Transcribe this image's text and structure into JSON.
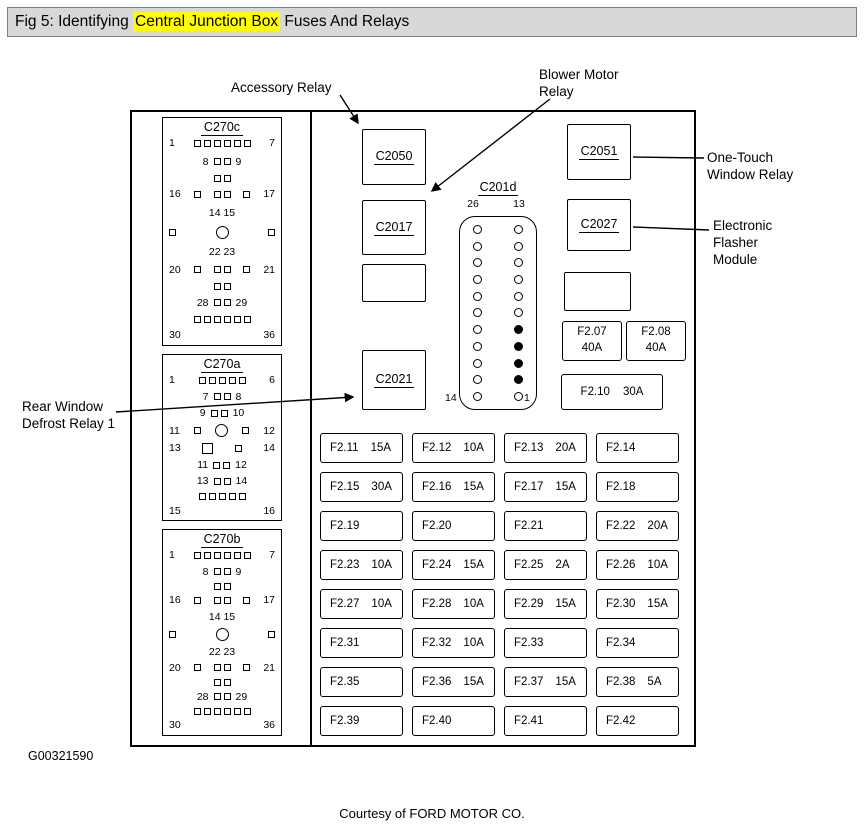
{
  "title": {
    "prefix": "Fig 5: Identifying ",
    "highlight": "Central Junction Box",
    "suffix": " Fuses And Relays",
    "highlight_color": "#ffff00"
  },
  "callouts": {
    "accessory": "Accessory Relay",
    "blower": [
      "Blower Motor",
      "Relay"
    ],
    "one_touch": [
      "One-Touch",
      "Window Relay"
    ],
    "flasher": [
      "Electronic",
      "Flasher",
      "Module"
    ],
    "rear_defrost": [
      "Rear Window",
      "Defrost Relay 1"
    ]
  },
  "relays": {
    "c2050": "C2050",
    "c2017": "C2017",
    "c2021": "C2021",
    "c2051": "C2051",
    "c2027": "C2027"
  },
  "maxi_fuses": [
    {
      "label": "F2.07",
      "amp": "40A"
    },
    {
      "label": "F2.08",
      "amp": "40A"
    }
  ],
  "fuse_f210": {
    "label": "F2.10",
    "amp": "30A"
  },
  "fuse_grid": {
    "rows": [
      [
        {
          "label": "F2.11",
          "amp": "15A"
        },
        {
          "label": "F2.12",
          "amp": "10A"
        },
        {
          "label": "F2.13",
          "amp": "20A"
        },
        {
          "label": "F2.14",
          "amp": ""
        }
      ],
      [
        {
          "label": "F2.15",
          "amp": "30A"
        },
        {
          "label": "F2.16",
          "amp": "15A"
        },
        {
          "label": "F2.17",
          "amp": "15A"
        },
        {
          "label": "F2.18",
          "amp": ""
        }
      ],
      [
        {
          "label": "F2.19",
          "amp": ""
        },
        {
          "label": "F2.20",
          "amp": ""
        },
        {
          "label": "F2.21",
          "amp": ""
        },
        {
          "label": "F2.22",
          "amp": "20A"
        }
      ],
      [
        {
          "label": "F2.23",
          "amp": "10A"
        },
        {
          "label": "F2.24",
          "amp": "15A"
        },
        {
          "label": "F2.25",
          "amp": "2A"
        },
        {
          "label": "F2.26",
          "amp": "10A"
        }
      ],
      [
        {
          "label": "F2.27",
          "amp": "10A"
        },
        {
          "label": "F2.28",
          "amp": "10A"
        },
        {
          "label": "F2.29",
          "amp": "15A"
        },
        {
          "label": "F2.30",
          "amp": "15A"
        }
      ],
      [
        {
          "label": "F2.31",
          "amp": ""
        },
        {
          "label": "F2.32",
          "amp": "10A"
        },
        {
          "label": "F2.33",
          "amp": ""
        },
        {
          "label": "F2.34",
          "amp": ""
        }
      ],
      [
        {
          "label": "F2.35",
          "amp": ""
        },
        {
          "label": "F2.36",
          "amp": "15A"
        },
        {
          "label": "F2.37",
          "amp": "15A"
        },
        {
          "label": "F2.38",
          "amp": "5A"
        }
      ],
      [
        {
          "label": "F2.39",
          "amp": ""
        },
        {
          "label": "F2.40",
          "amp": ""
        },
        {
          "label": "F2.41",
          "amp": ""
        },
        {
          "label": "F2.42",
          "amp": ""
        }
      ]
    ]
  },
  "connectors": {
    "c270c": {
      "label": "C270c",
      "rows": [
        {
          "j": "between",
          "items": [
            {
              "n": "1"
            },
            {
              "s": 6
            },
            {
              "n": "7"
            }
          ]
        },
        {
          "j": "center",
          "items": [
            {
              "n": "8"
            },
            {
              "s": 2
            },
            {
              "n": "9"
            }
          ]
        },
        {
          "j": "center",
          "items": [
            {
              "s": 2
            }
          ]
        },
        {
          "j": "between",
          "items": [
            {
              "n": "16"
            },
            {
              "s": 1
            },
            {
              "s": 2
            },
            {
              "s": 1
            },
            {
              "n": "17"
            }
          ]
        },
        {
          "j": "center",
          "items": [
            {
              "n": "14 15"
            }
          ]
        },
        {
          "j": "between",
          "items": [
            {
              "s": 1
            },
            {
              "c": 1
            },
            {
              "s": 1
            }
          ]
        },
        {
          "j": "center",
          "items": [
            {
              "n": "22 23"
            }
          ]
        },
        {
          "j": "between",
          "items": [
            {
              "n": "20"
            },
            {
              "s": 1
            },
            {
              "s": 2
            },
            {
              "s": 1
            },
            {
              "n": "21"
            }
          ]
        },
        {
          "j": "center",
          "items": [
            {
              "s": 2
            }
          ]
        },
        {
          "j": "center",
          "items": [
            {
              "n": "28"
            },
            {
              "s": 2
            },
            {
              "n": "29"
            }
          ]
        },
        {
          "j": "center",
          "items": [
            {
              "s": 6
            }
          ]
        },
        {
          "j": "between",
          "items": [
            {
              "n": "30"
            },
            {
              "n": "36"
            }
          ]
        }
      ]
    },
    "c270a": {
      "label": "C270a",
      "rows": [
        {
          "j": "between",
          "items": [
            {
              "n": "1"
            },
            {
              "s": 5
            },
            {
              "n": "6"
            }
          ]
        },
        {
          "j": "center",
          "items": [
            {
              "n": "7"
            },
            {
              "s": 2
            },
            {
              "n": "8"
            }
          ]
        },
        {
          "j": "center",
          "items": [
            {
              "n": "9"
            },
            {
              "s": 2
            },
            {
              "n": "10"
            }
          ]
        },
        {
          "j": "between",
          "items": [
            {
              "n": "11"
            },
            {
              "s": 1
            },
            {
              "c": 1
            },
            {
              "s": 1
            },
            {
              "n": "12"
            }
          ]
        },
        {
          "j": "between",
          "items": [
            {
              "n": "13"
            },
            {
              "b": 1
            },
            {
              "s": 1
            },
            {
              "n": "14"
            }
          ]
        },
        {
          "j": "center",
          "items": [
            {
              "n": "11"
            },
            {
              "s": 2
            },
            {
              "n": "12"
            }
          ]
        },
        {
          "j": "center",
          "items": [
            {
              "n": "13"
            },
            {
              "s": 2
            },
            {
              "n": "14"
            }
          ]
        },
        {
          "j": "center",
          "items": [
            {
              "s": 5
            }
          ]
        },
        {
          "j": "between",
          "items": [
            {
              "n": "15"
            },
            {
              "n": "16"
            }
          ]
        }
      ]
    },
    "c270b": {
      "label": "C270b",
      "rows": [
        {
          "j": "between",
          "items": [
            {
              "n": "1"
            },
            {
              "s": 6
            },
            {
              "n": "7"
            }
          ]
        },
        {
          "j": "center",
          "items": [
            {
              "n": "8"
            },
            {
              "s": 2
            },
            {
              "n": "9"
            }
          ]
        },
        {
          "j": "center",
          "items": [
            {
              "s": 2
            }
          ]
        },
        {
          "j": "between",
          "items": [
            {
              "n": "16"
            },
            {
              "s": 1
            },
            {
              "s": 2
            },
            {
              "s": 1
            },
            {
              "n": "17"
            }
          ]
        },
        {
          "j": "center",
          "items": [
            {
              "n": "14 15"
            }
          ]
        },
        {
          "j": "between",
          "items": [
            {
              "s": 1
            },
            {
              "c": 1
            },
            {
              "s": 1
            }
          ]
        },
        {
          "j": "center",
          "items": [
            {
              "n": "22 23"
            }
          ]
        },
        {
          "j": "between",
          "items": [
            {
              "n": "20"
            },
            {
              "s": 1
            },
            {
              "s": 2
            },
            {
              "s": 1
            },
            {
              "n": "21"
            }
          ]
        },
        {
          "j": "center",
          "items": [
            {
              "s": 2
            }
          ]
        },
        {
          "j": "center",
          "items": [
            {
              "n": "28"
            },
            {
              "s": 2
            },
            {
              "n": "29"
            }
          ]
        },
        {
          "j": "center",
          "items": [
            {
              "s": 6
            }
          ]
        },
        {
          "j": "between",
          "items": [
            {
              "n": "30"
            },
            {
              "n": "36"
            }
          ]
        }
      ]
    },
    "c201d": {
      "label": "C201d",
      "top_left": "26",
      "top_right": "13",
      "bottom_left": "14",
      "bottom_right": "1",
      "pin_rows": 11,
      "filled_right": [
        6,
        7,
        8,
        9
      ]
    }
  },
  "footer": {
    "doc_id": "G00321590",
    "courtesy": "Courtesy of FORD MOTOR CO."
  }
}
